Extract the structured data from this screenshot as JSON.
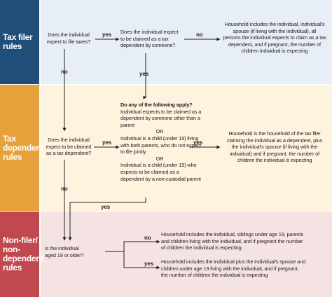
{
  "colors": {
    "tax_filer_band": "#e7eef5",
    "tax_filer_tab": "#1f4e79",
    "tax_dependent_band": "#fdf3df",
    "tax_dependent_tab": "#e7a13b",
    "non_filer_band": "#f5e3e3",
    "non_filer_tab": "#c1484e",
    "arrow": "#231f20"
  },
  "tabs": {
    "tax_filer": [
      "Tax filer",
      "rules"
    ],
    "tax_dependent": [
      "Tax",
      "dependent",
      "rules"
    ],
    "non_filer": [
      "Non-filer/",
      "non-",
      "dependent",
      "rules"
    ]
  },
  "nodes": {
    "q_expect_file": [
      "Does the individual",
      "expect to file taxes?"
    ],
    "q_claimed_dependent": [
      "Does the individual expect",
      "to be claimed as a tax",
      "dependent by someone?"
    ],
    "r_tax_filer": [
      "Household includes the individual, individual’s",
      "spouse (if living with the individual), all",
      "persons the individual expects to claim as a tax",
      "dependent, and if pregnant, the number of",
      "children individual is expecting"
    ],
    "q_expect_claimed": [
      "Does the individual",
      "expect to be claimed",
      "as a tax dependent?"
    ],
    "conditions": {
      "heading": "Do any of the following apply?",
      "c1": [
        "Individual expects to be  claimed as a",
        "dependent by someone other than a",
        "parent"
      ],
      "or1": "OR",
      "c2": [
        "Individual is a child (under 19) living",
        "with both parents, who do not expect",
        "to file jointly"
      ],
      "or2": "OR",
      "c3": [
        "Individual is a child (under 19) who",
        "expects to be claimed  as a",
        "dependent by a non-custodial parent"
      ]
    },
    "r_tax_dependent": [
      "Household is the household of the tax filer",
      "claiming the individual as a dependent, plus",
      "the individual’s spouse (if living with the",
      "individual) and if pregnant, the number of",
      "children the individual is expecting"
    ],
    "q_age": [
      "Is the individual",
      "aged 19 or older?"
    ],
    "r_under19": [
      "Household includes the individual, siblings under age 19, parents",
      "and children living with the individual, and if pregnant the number",
      "of children the individual is expecting"
    ],
    "r_19plus": [
      "Household includes the individual plus the individual’s spouse and",
      "children under age 19 living with the individual, and if pregnant,",
      "the number of children the individual is expecting"
    ]
  },
  "edge_labels": {
    "filer_yes": "yes",
    "filer_no": "no",
    "claimed_no": "no",
    "claimed_yes": "yes",
    "dependent_yes": "yes",
    "dependent_no": "no",
    "conditions_yes": "yes",
    "age_no": "no",
    "age_yes": "yes"
  }
}
